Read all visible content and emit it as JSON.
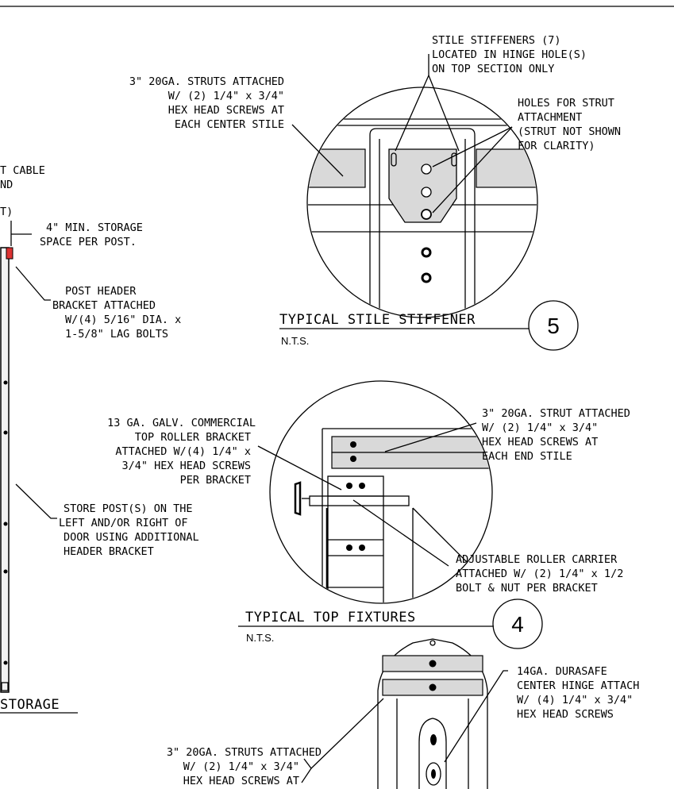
{
  "notes": {
    "stile_stiffeners": [
      "STILE STIFFENERS (7)",
      "LOCATED IN HINGE HOLE(S)",
      "ON TOP SECTION ONLY"
    ],
    "struts_center": [
      "3\" 20GA. STRUTS ATTACHED",
      "W/ (2) 1/4\" x 3/4\"",
      "HEX HEAD SCREWS AT",
      "EACH CENTER STILE"
    ],
    "holes_strut": [
      "HOLES FOR STRUT",
      "ATTACHMENT",
      "(STRUT NOT SHOWN",
      "FOR CLARITY)"
    ],
    "cable_partial": [
      "T CABLE",
      "ND"
    ],
    "partial_t": "T)",
    "storage_space": [
      "4\" MIN. STORAGE",
      "SPACE PER POST."
    ],
    "post_header": [
      "POST HEADER",
      "BRACKET ATTACHED",
      "W/(4) 5/16\" DIA. x",
      "1-5/8\" LAG BOLTS"
    ],
    "top_roller": [
      "13 GA. GALV. COMMERCIAL",
      "TOP ROLLER BRACKET",
      "ATTACHED W/(4) 1/4\" x",
      "3/4\" HEX HEAD SCREWS",
      "PER BRACKET"
    ],
    "strut_end": [
      "3\" 20GA. STRUT ATTACHED",
      "W/ (2) 1/4\" x 3/4\"",
      "HEX HEAD SCREWS AT",
      "EACH END STILE"
    ],
    "store_post": [
      "STORE POST(S) ON THE",
      "LEFT AND/OR RIGHT OF",
      "DOOR USING ADDITIONAL",
      "HEADER BRACKET"
    ],
    "adjustable": [
      "ADJUSTABLE ROLLER CARRIER",
      "ATTACHED W/ (2) 1/4\" x 1/2",
      "BOLT & NUT PER BRACKET"
    ],
    "center_hinge": [
      "14GA. DURASAFE",
      "CENTER HINGE ATTACH",
      "W/ (4) 1/4\" x 3/4\"",
      "HEX HEAD SCREWS"
    ],
    "struts_bottom": [
      "3\" 20GA. STRUTS ATTACHED",
      "W/ (2) 1/4\" x 3/4\"",
      "HEX HEAD SCREWS AT"
    ]
  },
  "details": {
    "d5": {
      "title": "TYPICAL STILE STIFFENER",
      "scale": "N.T.S.",
      "number": "5"
    },
    "d4": {
      "title": "TYPICAL TOP FIXTURES",
      "scale": "N.T.S.",
      "number": "4"
    },
    "storage_title": "STORAGE"
  }
}
